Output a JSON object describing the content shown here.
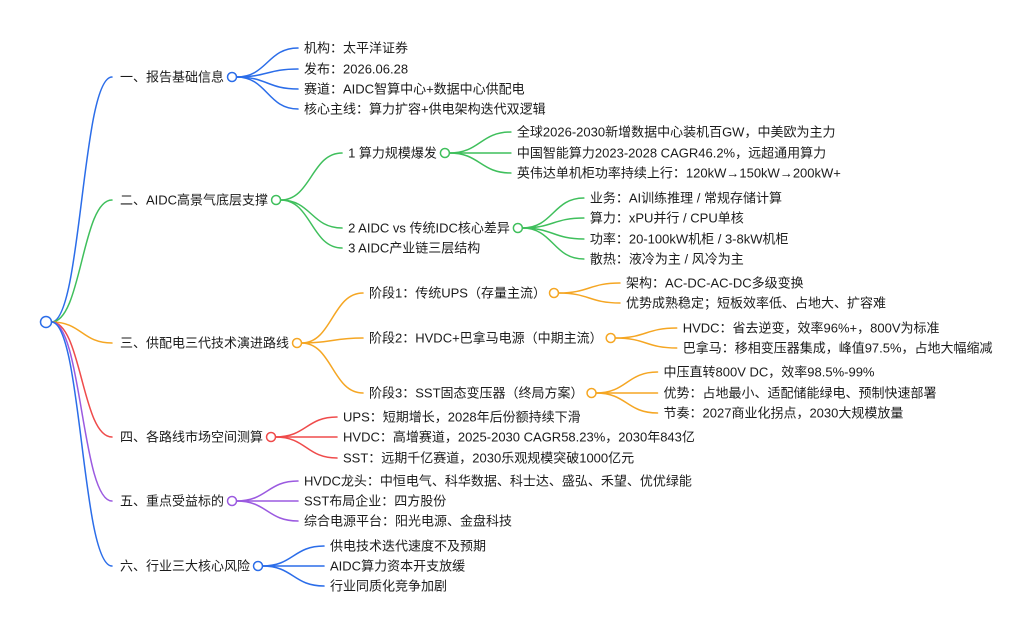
{
  "mindmap": {
    "root_color": "#2b6de9",
    "branches": [
      {
        "label": "一、报告基础信息",
        "color": "#2b6de9",
        "children": [
          {
            "label": "机构：太平洋证券"
          },
          {
            "label": "发布：2026.06.28"
          },
          {
            "label": "赛道：AIDC智算中心+数据中心供配电"
          },
          {
            "label": "核心主线：算力扩容+供电架构迭代双逻辑"
          }
        ]
      },
      {
        "label": "二、AIDC高景气底层支撑",
        "color": "#3fbf5c",
        "children": [
          {
            "label": "1 算力规模爆发",
            "children": [
              {
                "label": "全球2026-2030新增数据中心装机百GW，中美欧为主力"
              },
              {
                "label": "中国智能算力2023-2028 CAGR46.2%，远超通用算力"
              },
              {
                "label": "英伟达单机柜功率持续上行：120kW→150kW→200kW+"
              }
            ]
          },
          {
            "label": "2 AIDC vs 传统IDC核心差异",
            "children": [
              {
                "label": "业务：AI训练推理 / 常规存储计算"
              },
              {
                "label": "算力：xPU并行 / CPU单核"
              },
              {
                "label": "功率：20-100kW机柜 / 3-8kW机柜"
              },
              {
                "label": "散热：液冷为主 / 风冷为主"
              }
            ]
          },
          {
            "label": "3 AIDC产业链三层结构"
          }
        ]
      },
      {
        "label": "三、供配电三代技术演进路线",
        "color": "#f5a623",
        "children": [
          {
            "label": "阶段1：传统UPS（存量主流）",
            "children": [
              {
                "label": "架构：AC-DC-AC-DC多级变换"
              },
              {
                "label": "优势成熟稳定；短板效率低、占地大、扩容难"
              }
            ]
          },
          {
            "label": "阶段2：HVDC+巴拿马电源（中期主流）",
            "children": [
              {
                "label": "HVDC：省去逆变，效率96%+，800V为标准"
              },
              {
                "label": "巴拿马：移相变压器集成，峰值97.5%，占地大幅缩减"
              }
            ]
          },
          {
            "label": "阶段3：SST固态变压器（终局方案）",
            "children": [
              {
                "label": "中压直转800V DC，效率98.5%-99%"
              },
              {
                "label": "优势：占地最小、适配储能绿电、预制快速部署"
              },
              {
                "label": "节奏：2027商业化拐点，2030大规模放量"
              }
            ]
          }
        ]
      },
      {
        "label": "四、各路线市场空间测算",
        "color": "#ef4b4b",
        "children": [
          {
            "label": "UPS：短期增长，2028年后份额持续下滑"
          },
          {
            "label": "HVDC：高增赛道，2025-2030 CAGR58.23%，2030年843亿"
          },
          {
            "label": "SST：远期千亿赛道，2030乐观规模突破1000亿元"
          }
        ]
      },
      {
        "label": "五、重点受益标的",
        "color": "#9b5ae0",
        "children": [
          {
            "label": "HVDC龙头：中恒电气、科华数据、科士达、盛弘、禾望、优优绿能"
          },
          {
            "label": "SST布局企业：四方股份"
          },
          {
            "label": "综合电源平台：阳光电源、金盘科技"
          }
        ]
      },
      {
        "label": "六、行业三大核心风险",
        "color": "#2b6de9",
        "children": [
          {
            "label": "供电技术迭代速度不及预期"
          },
          {
            "label": "AIDC算力资本开支放缓"
          },
          {
            "label": "行业同质化竞争加剧"
          }
        ]
      }
    ]
  }
}
